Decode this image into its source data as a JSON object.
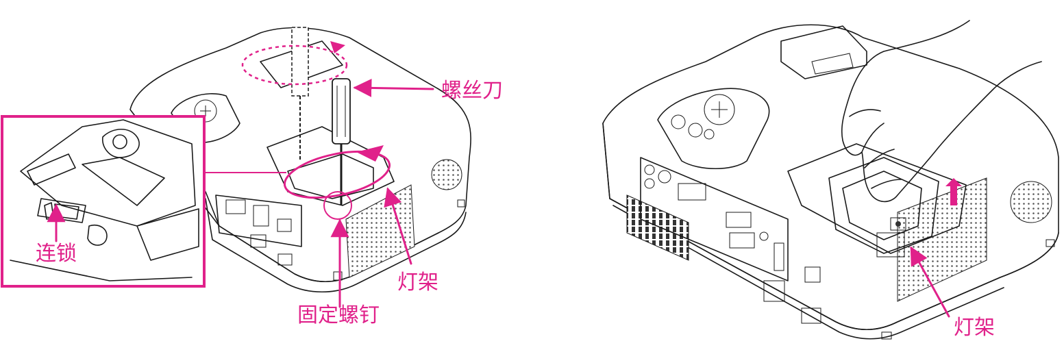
{
  "labels": {
    "screwdriver": "螺丝刀",
    "interlock": "连锁",
    "lamp_housing_left": "灯架",
    "fixing_screw": "固定螺钉",
    "lamp_housing_right": "灯架"
  },
  "icons": {
    "callout_color": "#e0218a",
    "line_color": "#1a1a1a"
  }
}
